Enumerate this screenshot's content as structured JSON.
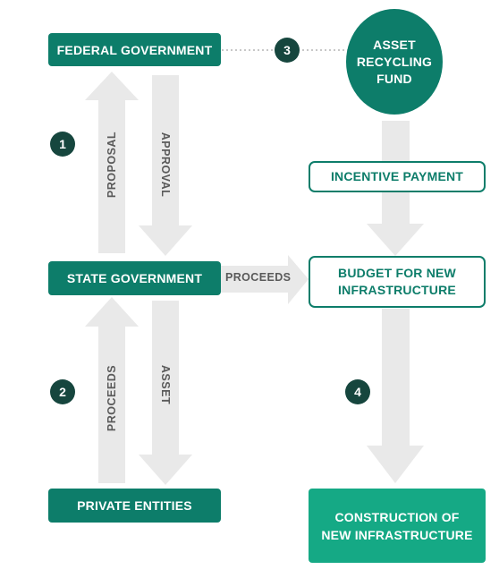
{
  "nodes": {
    "federal": "FEDERAL GOVERNMENT",
    "fund_line1": "ASSET",
    "fund_line2": "RECYCLING",
    "fund_line3": "FUND",
    "incentive": "INCENTIVE PAYMENT",
    "state": "STATE GOVERNMENT",
    "budget_line1": "BUDGET FOR NEW",
    "budget_line2": "INFRASTRUCTURE",
    "private": "PRIVATE ENTITIES",
    "construction_line1": "CONSTRUCTION OF",
    "construction_line2": "NEW INFRASTRUCTURE"
  },
  "arrow_labels": {
    "proposal": "PROPOSAL",
    "approval": "APPROVAL",
    "proceeds_horizontal": "PROCEEDS",
    "proceeds_vertical": "PROCEEDS",
    "asset": "ASSET"
  },
  "badges": [
    "1",
    "2",
    "3",
    "4"
  ],
  "colors": {
    "dark_teal": "#0d7d6a",
    "bright_teal": "#15a985",
    "badge": "#16463e",
    "arrow_grey": "#e9e9e9"
  }
}
